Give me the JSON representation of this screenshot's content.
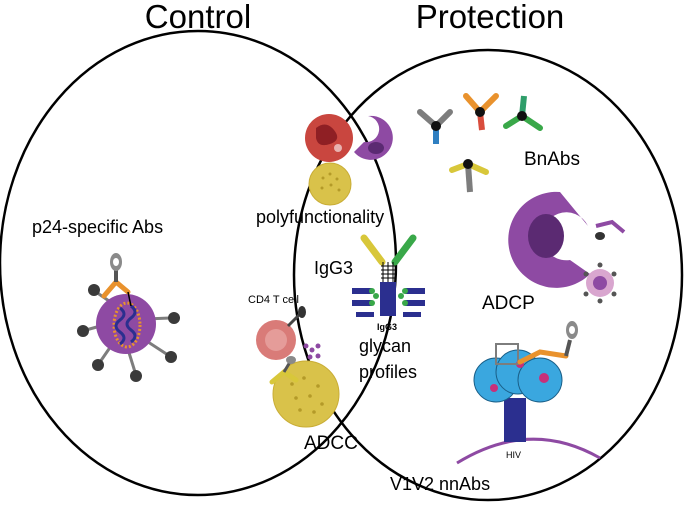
{
  "titles": {
    "left": "Control",
    "right": "Protection"
  },
  "labels": {
    "p24": "p24-specific Abs",
    "polyfunctionality": "polyfunctionality",
    "igg3": "IgG3",
    "igg3_small": "IgG3",
    "glycan_line1": "glycan",
    "glycan_line2": "profiles",
    "cd4": "CD4 T cell",
    "adcc": "ADCC",
    "bnabs": "BnAbs",
    "adcp": "ADCP",
    "hiv": "HIV",
    "v1v2": "V1V2 nnAbs"
  },
  "colors": {
    "outline": "#000000",
    "purple": "#8e4aa3",
    "dark_purple": "#5b2a72",
    "red_cell": "#c9463f",
    "yellow_cell": "#d9c24a",
    "pink_cell": "#d97b78",
    "blue_ab": "#2f7fc1",
    "orange_ab": "#e9922d",
    "green_ab": "#39a849",
    "yellow_ab": "#d8c73a",
    "navy": "#2b2f8f",
    "cyan": "#3aa7df",
    "gray": "#7d7d7d"
  },
  "icons": [
    "neutrophil-icon",
    "macrophage-icon",
    "nk-cell-icon",
    "antibody-icon",
    "virion-icon",
    "cd4-t-cell-icon",
    "glycan-icon",
    "hiv-envelope-icon"
  ]
}
